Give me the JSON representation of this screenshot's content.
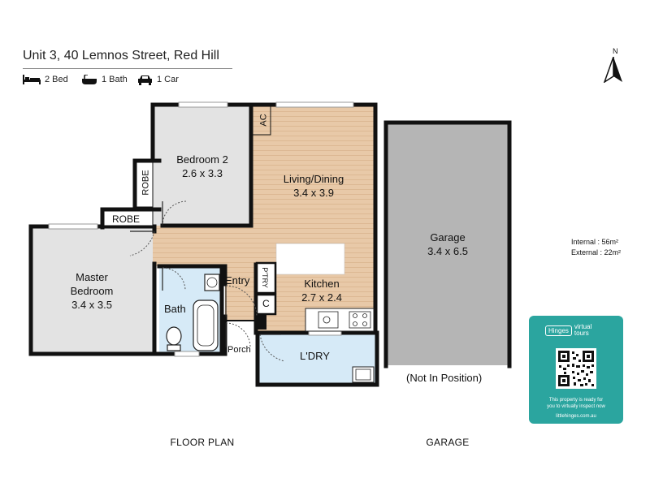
{
  "header": {
    "address": "Unit 3, 40 Lemnos Street, Red Hill",
    "features": [
      {
        "icon": "bed-icon",
        "label": "2 Bed"
      },
      {
        "icon": "bath-icon",
        "label": "1 Bath"
      },
      {
        "icon": "car-icon",
        "label": "1 Car"
      }
    ]
  },
  "compass": {
    "label": "N"
  },
  "rooms": {
    "bedroom2": {
      "name": "Bedroom 2",
      "dims": "2.6 x 3.3"
    },
    "living": {
      "name": "Living/Dining",
      "dims": "3.4 x 3.9"
    },
    "master": {
      "name_line1": "Master",
      "name_line2": "Bedroom",
      "dims": "3.4 x 3.5"
    },
    "kitchen": {
      "name": "Kitchen",
      "dims": "2.7 x 2.4"
    },
    "garage": {
      "name": "Garage",
      "dims": "3.4 x 6.5"
    },
    "bath": {
      "name": "Bath"
    },
    "entry": {
      "name": "Entry"
    },
    "porch": {
      "name": "Porch"
    },
    "laundry": {
      "name": "L'DRY"
    },
    "robe_vertical": {
      "name": "ROBE"
    },
    "robe_horizontal": {
      "name": "ROBE"
    },
    "pantry": {
      "name": "P'TRY"
    },
    "cupboard": {
      "name": "C"
    },
    "aircon": {
      "name": "AC"
    }
  },
  "areas": {
    "internal": "Internal : 56m²",
    "external": "External : 22m²"
  },
  "garage_note": "(Not In Position)",
  "captions": {
    "floor_plan": "FLOOR PLAN",
    "garage": "GARAGE"
  },
  "ad": {
    "brand_box": "Hinges",
    "brand_line1": "virtual",
    "brand_line2": "tours",
    "text_line1": "This property is ready for",
    "text_line2": "you to virtually inspect now",
    "url": "littlehinges.com.au"
  },
  "colors": {
    "wall": "#111111",
    "floor_wood": "#e8c9a8",
    "floor_carpet": "#e3e3e3",
    "floor_tile": "#d6eaf7",
    "garage": "#b5b5b5",
    "ad_bg": "#2ba59f"
  }
}
